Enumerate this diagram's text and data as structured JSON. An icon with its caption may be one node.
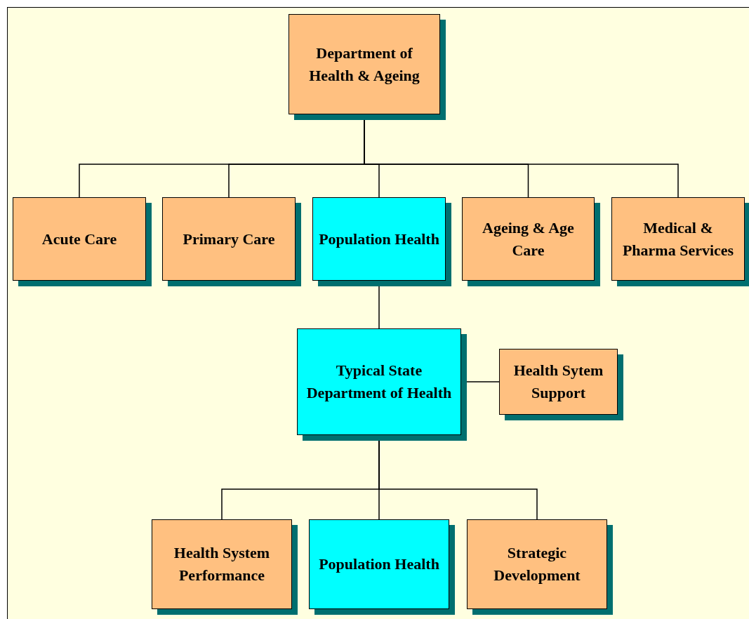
{
  "diagram": {
    "nodes": [
      {
        "text": [
          "Department of Health & Ageing"
        ]
      },
      {
        "text": [
          "Acute Care"
        ]
      },
      {
        "text": [
          "Primary Care"
        ]
      },
      {
        "text": [
          "Population Health"
        ]
      },
      {
        "text": [
          "Ageing & Age Care"
        ]
      },
      {
        "text": [
          "Medical & Pharma Services"
        ]
      },
      {
        "text": [
          "Typical State Department of Health"
        ]
      },
      {
        "text": [
          "Health Sytem Support"
        ]
      },
      {
        "text": [
          "Health System Performance"
        ]
      },
      {
        "text": [
          "Population Health"
        ]
      },
      {
        "text": [
          "Strategic Development"
        ]
      }
    ],
    "edges": [
      {
        "from": 0,
        "to": 1,
        "arrow": "none"
      },
      {
        "from": 0,
        "to": 2,
        "arrow": "none"
      },
      {
        "from": 0,
        "to": 3,
        "arrow": "none"
      },
      {
        "from": 0,
        "to": 4,
        "arrow": "none"
      },
      {
        "from": 0,
        "to": 5,
        "arrow": "none"
      },
      {
        "from": 3,
        "to": 6,
        "arrow": "none"
      },
      {
        "from": 6,
        "to": 7,
        "arrow": "none"
      },
      {
        "from": 6,
        "to": 8,
        "arrow": "none"
      },
      {
        "from": 6,
        "to": 9,
        "arrow": "none"
      },
      {
        "from": 6,
        "to": 10,
        "arrow": "none"
      }
    ]
  }
}
